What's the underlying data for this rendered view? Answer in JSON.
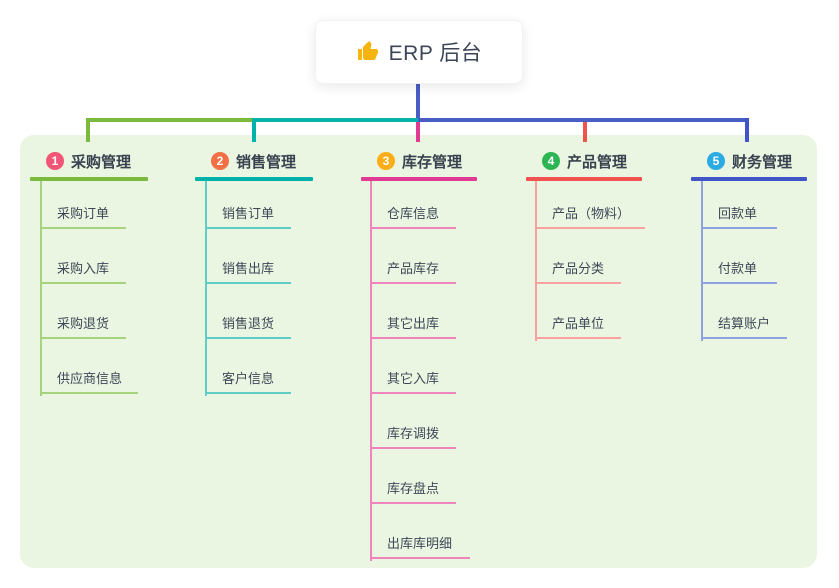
{
  "root": {
    "label": "ERP 后台",
    "icon": "thumbs-up-icon"
  },
  "palette": {
    "panel_background": "#eaf6e2",
    "root_connector": "#4a5cc6",
    "text_dark": "#3d4656",
    "branch1_line": "#7cba3f",
    "branch2_line": "#00b2aa",
    "branch3_line": "#e03a92",
    "branch4_line": "#f05250",
    "branch5_line": "#4056c6",
    "badge1": "#f25575",
    "badge2": "#f27043",
    "badge3": "#fcad17",
    "badge4": "#2eb553",
    "badge5": "#2aabe4"
  },
  "branches": [
    {
      "index": "1",
      "label": "采购管理",
      "children": [
        "采购订单",
        "采购入库",
        "采购退货",
        "供应商信息"
      ]
    },
    {
      "index": "2",
      "label": "销售管理",
      "children": [
        "销售订单",
        "销售出库",
        "销售退货",
        "客户信息"
      ]
    },
    {
      "index": "3",
      "label": "库存管理",
      "children": [
        "仓库信息",
        "产品库存",
        "其它出库",
        "其它入库",
        "库存调拨",
        "库存盘点",
        "出库库明细"
      ]
    },
    {
      "index": "4",
      "label": "产品管理",
      "children": [
        "产品（物料）",
        "产品分类",
        "产品单位"
      ]
    },
    {
      "index": "5",
      "label": "财务管理",
      "children": [
        "回款单",
        "付款单",
        "结算账户"
      ]
    }
  ]
}
